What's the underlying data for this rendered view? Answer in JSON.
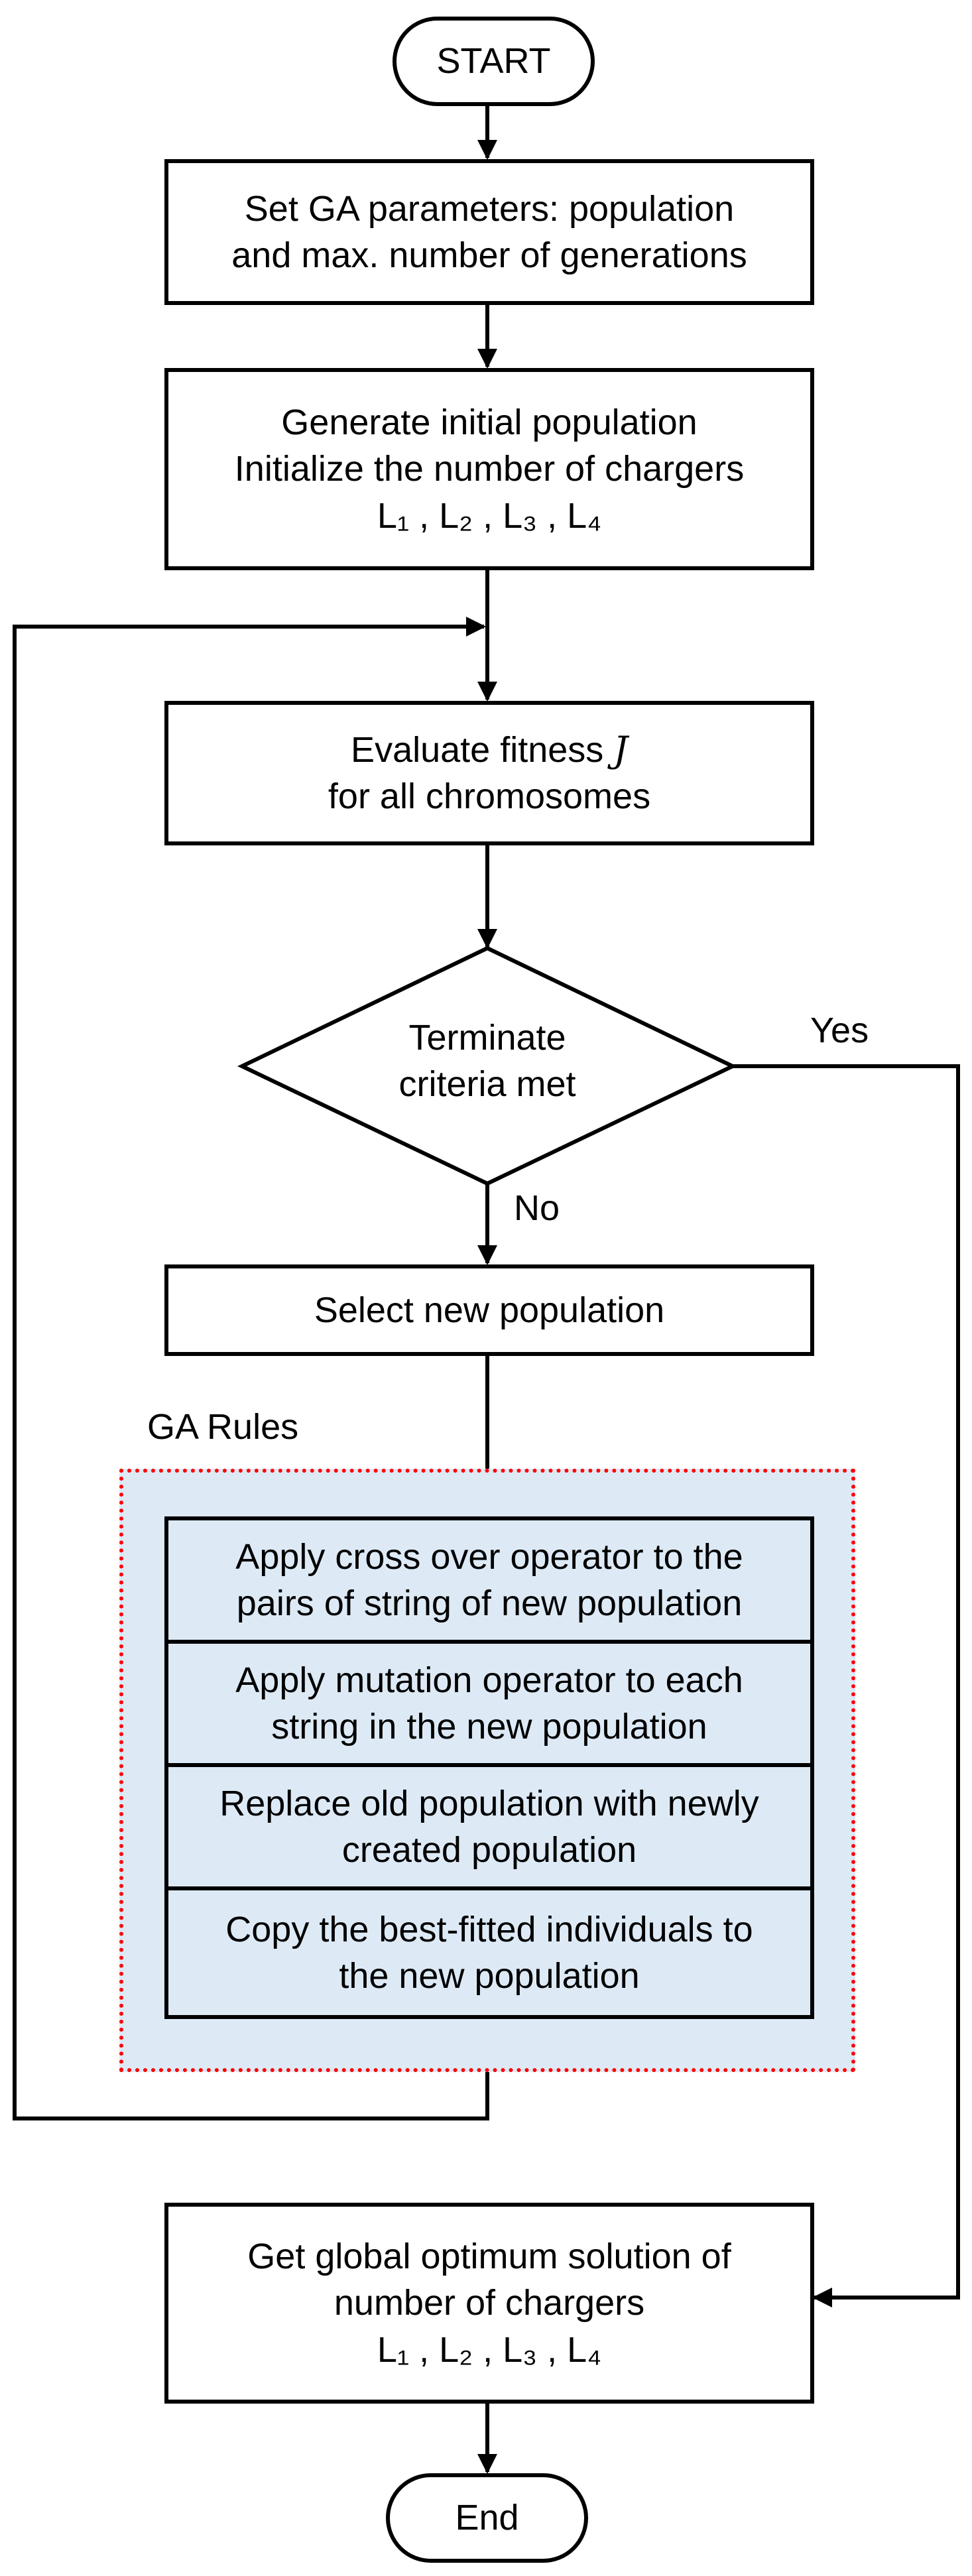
{
  "nodes": {
    "start": "START",
    "set_params": {
      "line1": "Set GA parameters: population",
      "line2": "and max. number of generations"
    },
    "generate": {
      "line1": "Generate initial population",
      "line2": "Initialize the number of chargers",
      "line3": "L₁ , L₂ , L₃ , L₄"
    },
    "evaluate": {
      "line1_prefix": "Evaluate fitness ",
      "line1_var": "J",
      "line2": "for all chromosomes"
    },
    "decision": {
      "line1": "Terminate",
      "line2": "criteria met"
    },
    "select": "Select new population",
    "ga_rules": {
      "label": "GA Rules",
      "rules": [
        {
          "line1": "Apply cross over operator to the",
          "line2": "pairs of string of new population"
        },
        {
          "line1": "Apply mutation operator to each",
          "line2": "string in the new population"
        },
        {
          "line1": "Replace old population with newly",
          "line2": "created population"
        },
        {
          "line1": "Copy the best-fitted individuals to",
          "line2": "the new population"
        }
      ]
    },
    "global_optimum": {
      "line1": "Get global optimum solution of",
      "line2": "number of chargers",
      "line3": "L₁ , L₂ , L₃ , L₄"
    },
    "end": "End"
  },
  "edges": {
    "yes": "Yes",
    "no": "No"
  },
  "colors": {
    "ga_fill": "#ddeaf6",
    "ga_border": "#ff0000",
    "line": "#000000"
  }
}
